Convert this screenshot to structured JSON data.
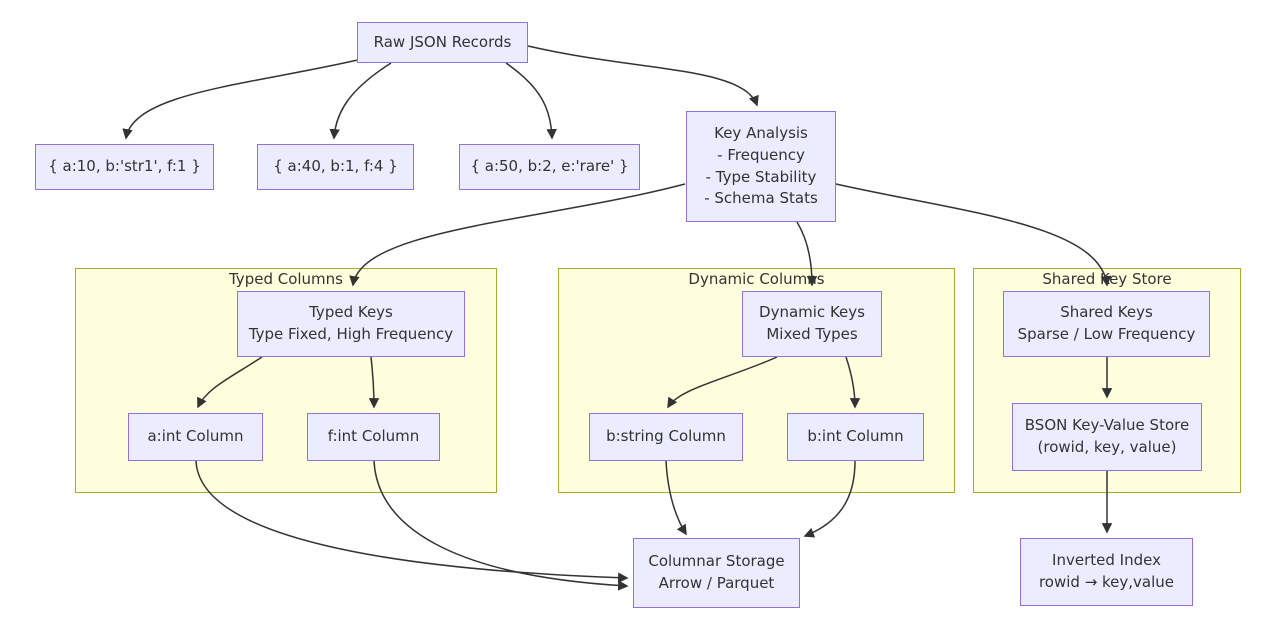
{
  "diagram": {
    "type": "flowchart",
    "colors": {
      "node_fill": "#ECECFF",
      "node_border": "#9370DB",
      "subgraph_fill": "#FFFFDE",
      "subgraph_border": "#AAAA33",
      "edge": "#333333",
      "text": "#333333",
      "background": "#FFFFFF"
    },
    "nodes": {
      "raw": {
        "label": "Raw JSON Records"
      },
      "r1": {
        "label": "{ a:10, b:'str1', f:1 }"
      },
      "r2": {
        "label": "{ a:40, b:1, f:4 }"
      },
      "r3": {
        "label": "{ a:50, b:2, e:'rare' }"
      },
      "key_analysis": {
        "lines": [
          "Key Analysis",
          "- Frequency",
          "- Type Stability",
          "- Schema Stats"
        ]
      },
      "typed_keys": {
        "lines": [
          "Typed Keys",
          "Type Fixed, High Frequency"
        ]
      },
      "dynamic_keys": {
        "lines": [
          "Dynamic Keys",
          "Mixed Types"
        ]
      },
      "shared_keys": {
        "lines": [
          "Shared Keys",
          "Sparse / Low Frequency"
        ]
      },
      "a_int": {
        "label": "a:int Column"
      },
      "f_int": {
        "label": "f:int Column"
      },
      "b_string": {
        "label": "b:string Column"
      },
      "b_int": {
        "label": "b:int Column"
      },
      "bson": {
        "lines": [
          "BSON Key-Value Store",
          "(rowid, key, value)"
        ]
      },
      "columnar": {
        "lines": [
          "Columnar Storage",
          "Arrow / Parquet"
        ]
      },
      "inverted": {
        "lines": [
          "Inverted Index",
          "rowid → key,value"
        ]
      }
    },
    "subgraphs": [
      {
        "label": "Typed Columns"
      },
      {
        "label": "Dynamic Columns"
      },
      {
        "label": "Shared Key Store"
      }
    ],
    "edges": [
      {
        "from": "Raw JSON Records",
        "to": "{ a:10, b:'str1', f:1 }"
      },
      {
        "from": "Raw JSON Records",
        "to": "{ a:40, b:1, f:4 }"
      },
      {
        "from": "Raw JSON Records",
        "to": "{ a:50, b:2, e:'rare' }"
      },
      {
        "from": "Raw JSON Records",
        "to": "Key Analysis"
      },
      {
        "from": "Key Analysis",
        "to": "Typed Keys"
      },
      {
        "from": "Key Analysis",
        "to": "Dynamic Keys"
      },
      {
        "from": "Key Analysis",
        "to": "Shared Keys"
      },
      {
        "from": "Typed Keys",
        "to": "a:int Column"
      },
      {
        "from": "Typed Keys",
        "to": "f:int Column"
      },
      {
        "from": "Dynamic Keys",
        "to": "b:string Column"
      },
      {
        "from": "Dynamic Keys",
        "to": "b:int Column"
      },
      {
        "from": "Shared Keys",
        "to": "BSON Key-Value Store"
      },
      {
        "from": "a:int Column",
        "to": "Columnar Storage"
      },
      {
        "from": "f:int Column",
        "to": "Columnar Storage"
      },
      {
        "from": "b:string Column",
        "to": "Columnar Storage"
      },
      {
        "from": "b:int Column",
        "to": "Columnar Storage"
      },
      {
        "from": "BSON Key-Value Store",
        "to": "Inverted Index"
      }
    ]
  }
}
